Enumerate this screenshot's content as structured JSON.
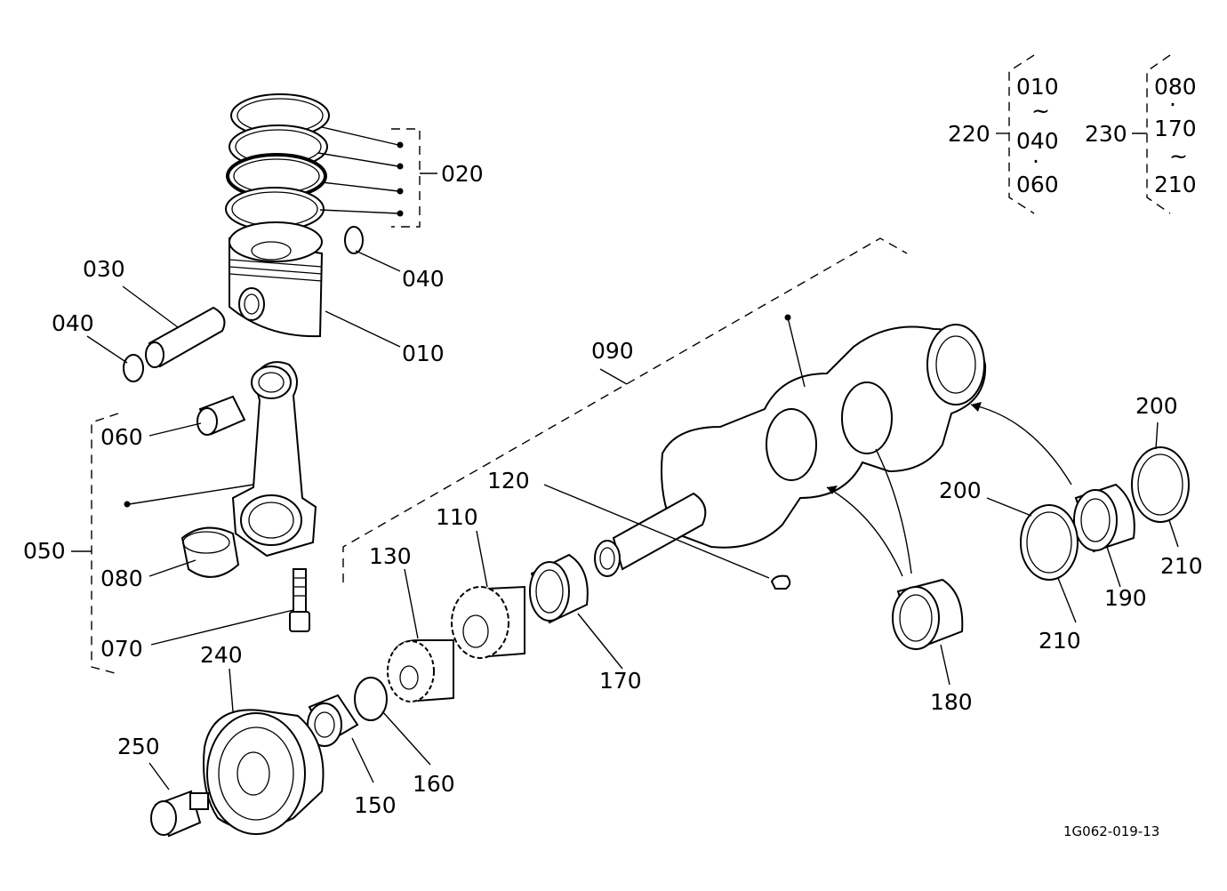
{
  "callouts": {
    "c010": "010",
    "c020": "020",
    "c030": "030",
    "c040a": "040",
    "c040b": "040",
    "c050": "050",
    "c060": "060",
    "c070": "070",
    "c080": "080",
    "c090": "090",
    "c110": "110",
    "c120": "120",
    "c130": "130",
    "c150": "150",
    "c160": "160",
    "c170": "170",
    "c180": "180",
    "c190": "190",
    "c200a": "200",
    "c200b": "200",
    "c210a": "210",
    "c210b": "210",
    "c240": "240",
    "c250": "250"
  },
  "sets": {
    "set220": {
      "label": "220",
      "items": [
        "010",
        "~",
        "040",
        "·",
        "060"
      ]
    },
    "set230": {
      "label": "230",
      "items": [
        "080",
        "·",
        "170",
        "~",
        "210"
      ]
    }
  },
  "drawing_code": "1G062-019-13"
}
